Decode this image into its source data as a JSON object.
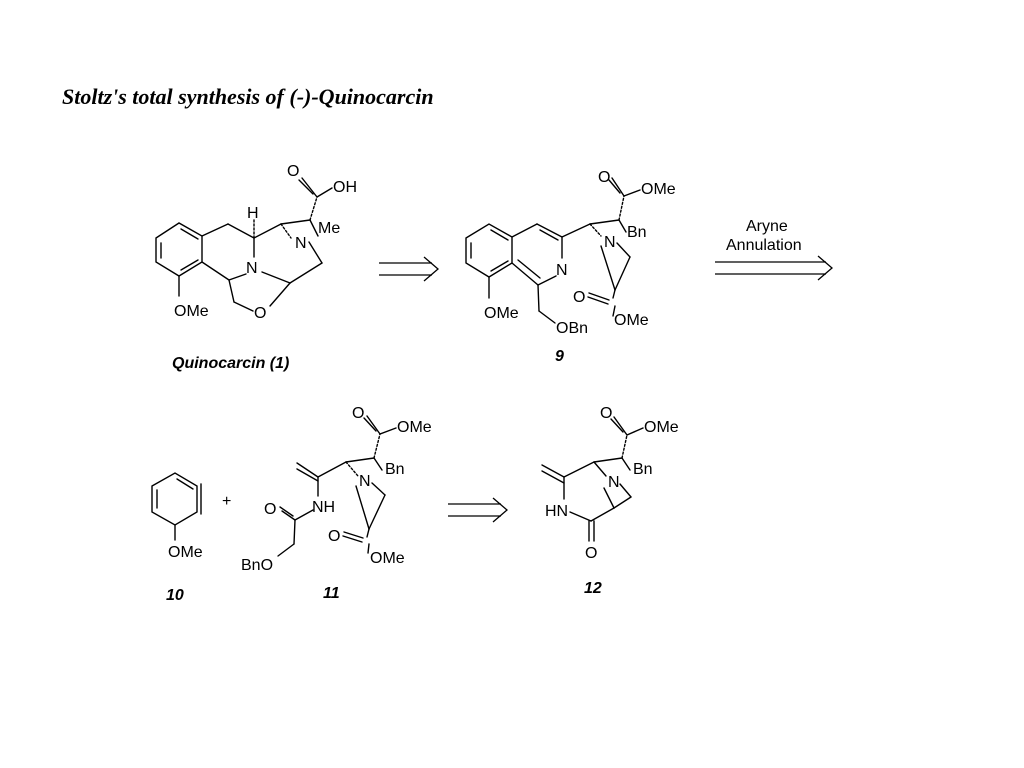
{
  "title": "Stoltz's total synthesis of (-)-Quinocarcin",
  "compounds": {
    "quinocarcin": {
      "label": "Quinocarcin (1)",
      "atoms": {
        "oh_group": "OH",
        "carbonyl_o": "O",
        "h": "H",
        "me": "Me",
        "n_bridge": "N",
        "n_ring": "N",
        "ome": "OMe",
        "o_ring": "O"
      }
    },
    "cpd9": {
      "label": "9",
      "atoms": {
        "carbonyl_o_top": "O",
        "ome_top": "OMe",
        "bn": "Bn",
        "n_bridge": "N",
        "n_ring": "N",
        "ome_aryl": "OMe",
        "obn": "OBn",
        "carbonyl_o_bottom": "O",
        "ome_bottom": "OMe"
      }
    },
    "cpd10": {
      "label": "10",
      "atoms": {
        "ome": "OMe"
      }
    },
    "cpd11": {
      "label": "11",
      "atoms": {
        "carbonyl_o_top": "O",
        "ome_top": "OMe",
        "bn": "Bn",
        "n_bridge": "N",
        "nh": "NH",
        "amide_o": "O",
        "bno": "BnO",
        "carbonyl_o_bottom": "O",
        "ome_bottom": "OMe"
      }
    },
    "cpd12": {
      "label": "12",
      "atoms": {
        "carbonyl_o_top": "O",
        "ome_top": "OMe",
        "bn": "Bn",
        "n_bridge": "N",
        "hn": "HN",
        "lactam_o": "O"
      }
    }
  },
  "plus_sign": "+",
  "arrows": {
    "aryne": {
      "line1": "Aryne",
      "line2": "Annulation"
    }
  }
}
